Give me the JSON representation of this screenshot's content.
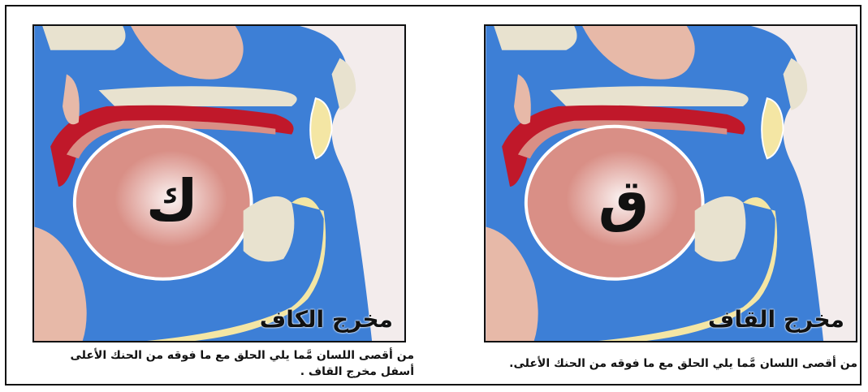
{
  "panels": [
    {
      "title": "مخرج الكاف",
      "letter": "ك",
      "caption_line1": "من أقصى اللسان مَّما يلي الحلق مع ما فوقه من الحنك الأعلى",
      "caption_line2": "أسفل مخرج القاف ."
    },
    {
      "title": "مخرج القاف",
      "letter": "ق",
      "caption_line1": "من أقصى اللسان مَّما يلي الحلق مع ما فوقه من الحنك الأعلى."
    }
  ],
  "colors": {
    "cavity_blue": "#3d7fd6",
    "tongue": "#d98f86",
    "palate_red": "#c0182a",
    "bone_speckle": "#e8e2cf",
    "lip_yellow": "#f4e6a4",
    "skin": "#e7b9a8"
  }
}
